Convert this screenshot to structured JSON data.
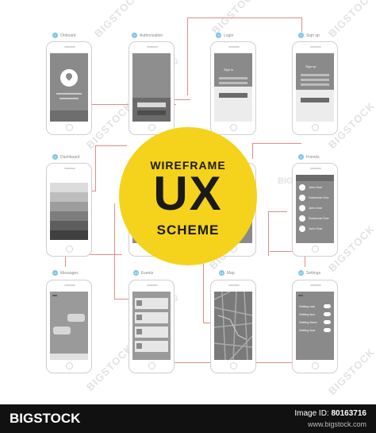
{
  "watermark": {
    "text": "BIGSTOCK",
    "short": "BIG"
  },
  "hero": {
    "line1": "WIREFRAME",
    "line2": "UX",
    "line3": "SCHEME"
  },
  "steps": [
    {
      "num": "1",
      "label": "Onboard"
    },
    {
      "num": "2",
      "label": "Authorization"
    },
    {
      "num": "3",
      "label": "Login"
    },
    {
      "num": "4",
      "label": "Sign up"
    },
    {
      "num": "5",
      "label": "Dashboard"
    },
    {
      "num": "8",
      "label": "Friends"
    },
    {
      "num": "9",
      "label": "Messages"
    },
    {
      "num": "10",
      "label": "Events"
    },
    {
      "num": "11",
      "label": "Map"
    },
    {
      "num": "12",
      "label": "Settings"
    }
  ],
  "friends": [
    "John Doe",
    "Someone Doe",
    "John Doe",
    "Someone Doe",
    "John Doe"
  ],
  "settings": [
    "Setting one",
    "Setting two",
    "Setting three",
    "Setting four"
  ],
  "screens": {
    "login_title": "Sign in",
    "signup_title": "Sign up"
  },
  "footer": {
    "brand": "BIGSTOCK",
    "image_label": "Image ID:",
    "image_id": "80163716",
    "site": "www.bigstock.com"
  },
  "colors": {
    "accent": "#f5d21c",
    "connector": "#e88b84",
    "step_badge": "#7ec6e6",
    "footer_bg": "#111111"
  }
}
